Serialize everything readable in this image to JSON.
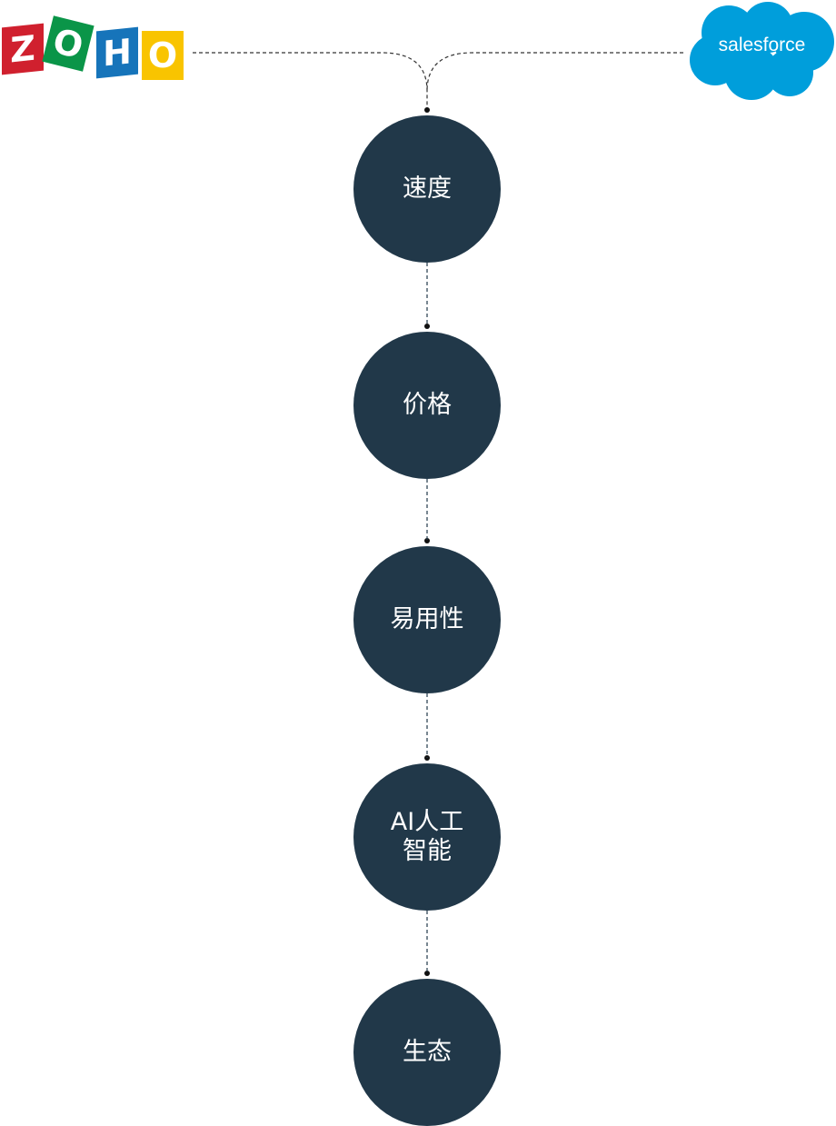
{
  "logos": {
    "left": "ZOHO",
    "left_letters": [
      "Z",
      "O",
      "H",
      "O"
    ],
    "right": "salesforce"
  },
  "colors": {
    "node": "#213849",
    "salesforce": "#009EDB",
    "zoho": [
      "#D0202E",
      "#0A9548",
      "#1674BA",
      "#F9C400"
    ]
  },
  "nodes": [
    {
      "label": "速度"
    },
    {
      "label": "价格"
    },
    {
      "label": "易用性"
    },
    {
      "label": "AI人工智能"
    },
    {
      "label": "生态"
    }
  ]
}
